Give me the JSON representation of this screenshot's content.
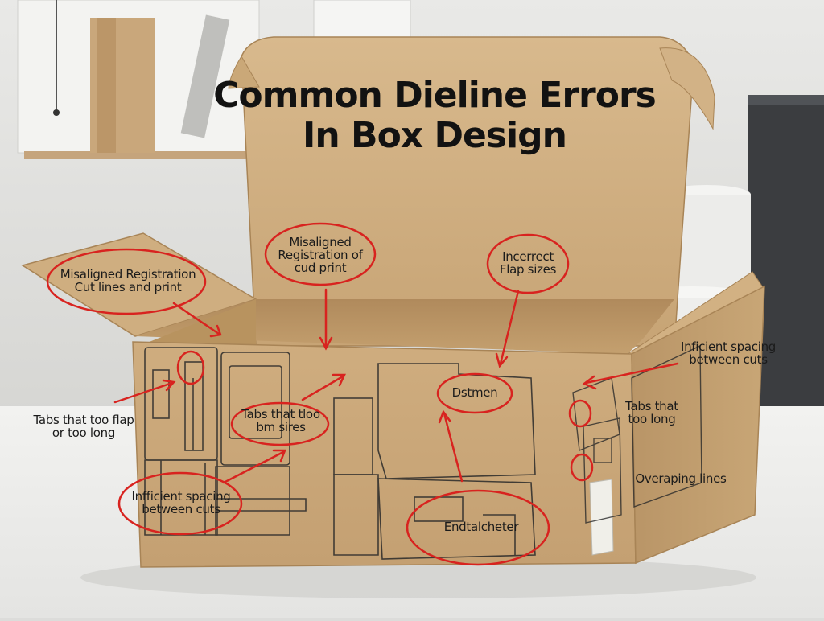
{
  "title": {
    "line1": "Common Dieline Errors",
    "line2": "In Box Design"
  },
  "annotations": [
    {
      "id": "left-flap",
      "lines": [
        "Misaligned Registration",
        "Cut lines and print"
      ]
    },
    {
      "id": "back-panel",
      "lines": [
        "Misaligned",
        "Registration of",
        "cud print"
      ]
    },
    {
      "id": "lid-right",
      "lines": [
        "Incerrect",
        "Flap sizes"
      ]
    },
    {
      "id": "right-top",
      "lines": [
        "Inficient spacing",
        "between cuts"
      ]
    },
    {
      "id": "left-tabs",
      "lines": [
        "Tabs that too flap",
        "or too long"
      ]
    },
    {
      "id": "front-tabs",
      "lines": [
        "Tabs that tloo",
        "bm sires"
      ]
    },
    {
      "id": "front-right",
      "lines": [
        "Dstmen"
      ]
    },
    {
      "id": "right-tabs",
      "lines": [
        "Tabs that",
        "too long"
      ]
    },
    {
      "id": "front-spacing",
      "lines": [
        "Infficient spacing",
        "between cuts"
      ]
    },
    {
      "id": "right-overlap",
      "lines": [
        "Overaping lines"
      ]
    },
    {
      "id": "front-bottom",
      "lines": [
        "Endtalcheter"
      ]
    }
  ],
  "colors": {
    "annotation_red": "#d8231f",
    "cardboard": "#c9a679",
    "cardboard_dark": "#a8865b",
    "ink": "#2a2a2a"
  }
}
